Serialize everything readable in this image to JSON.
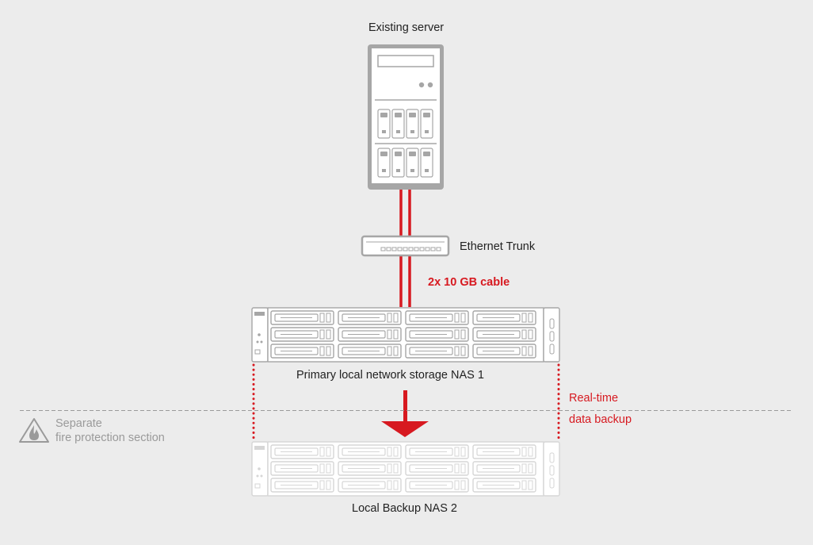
{
  "labels": {
    "existing_server": "Existing server",
    "ethernet_trunk": "Ethernet Trunk",
    "cable": "2x 10 GB cable",
    "primary_nas": "Primary local network storage NAS 1",
    "backup_line1": "Real-time",
    "backup_line2": "data backup",
    "fire_line1": "Separate",
    "fire_line2": "fire protection section",
    "backup_nas": "Local Backup NAS 2"
  },
  "colors": {
    "background": "#ececec",
    "accent_red": "#d71920",
    "device_grey": "#a6a6a6",
    "faded_grey": "#d6d6d6",
    "text_dark": "#222222",
    "text_grey": "#9a9a9a"
  },
  "icons": {
    "server": "tower-server-icon",
    "switch": "network-switch-icon",
    "nas": "rack-nas-icon",
    "fire": "fire-warning-icon",
    "arrow": "down-arrow-icon"
  }
}
